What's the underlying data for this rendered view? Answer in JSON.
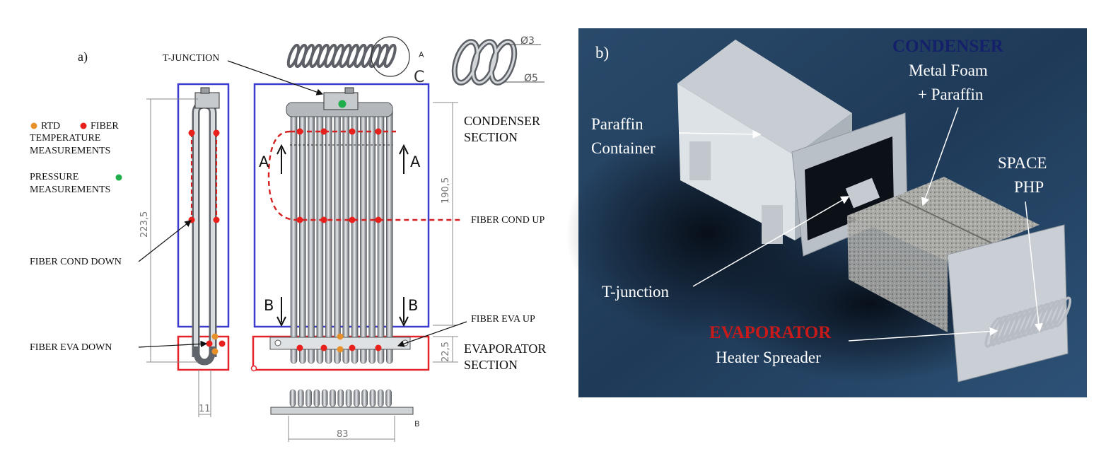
{
  "panel_a": {
    "label": "a)",
    "legend": {
      "rtd": "RTD",
      "fiber": "FIBER",
      "temp_line1": "TEMPERATURE",
      "temp_line2": "MEASUREMENTS",
      "press_line1": "PRESSURE",
      "press_line2": "MEASUREMENTS",
      "rtd_color": "#e8902a",
      "fiber_color": "#e8201c",
      "pressure_color": "#1fae4a"
    },
    "callouts": {
      "t_junction": "T-JUNCTION",
      "fiber_cond_down": "FIBER COND DOWN",
      "fiber_eva_down": "FIBER EVA DOWN",
      "fiber_cond_up": "FIBER COND UP",
      "fiber_eva_up": "FIBER EVA UP",
      "condenser_1": "CONDENSER",
      "condenser_2": "SECTION",
      "evaporator_1": "EVAPORATOR",
      "evaporator_2": "SECTION"
    },
    "section_marks": {
      "a": "A",
      "b": "B",
      "c": "C"
    },
    "dimensions": {
      "height_total": "223,5",
      "height_cond": "190,5",
      "height_eva": "22,5",
      "width_side": "11",
      "width_front": "83",
      "dia_inner": "Ø3",
      "dia_outer": "Ø5"
    },
    "colors": {
      "condenser_box": "#3b3ccf",
      "evaporator_box": "#e3222a",
      "fiber_path": "#d42020"
    }
  },
  "panel_b": {
    "label": "b)",
    "condenser_title": "CONDENSER",
    "metal_foam_1": "Metal Foam",
    "metal_foam_2": "+ Paraffin",
    "paraffin_1": "Paraffin",
    "paraffin_2": "Container",
    "space_1": "SPACE",
    "space_2": "PHP",
    "t_junction": "T-junction",
    "evaporator_title": "EVAPORATOR",
    "heater": "Heater Spreader",
    "colors": {
      "condenser_title": "#14206a",
      "evaporator_title": "#c81a1a"
    }
  }
}
